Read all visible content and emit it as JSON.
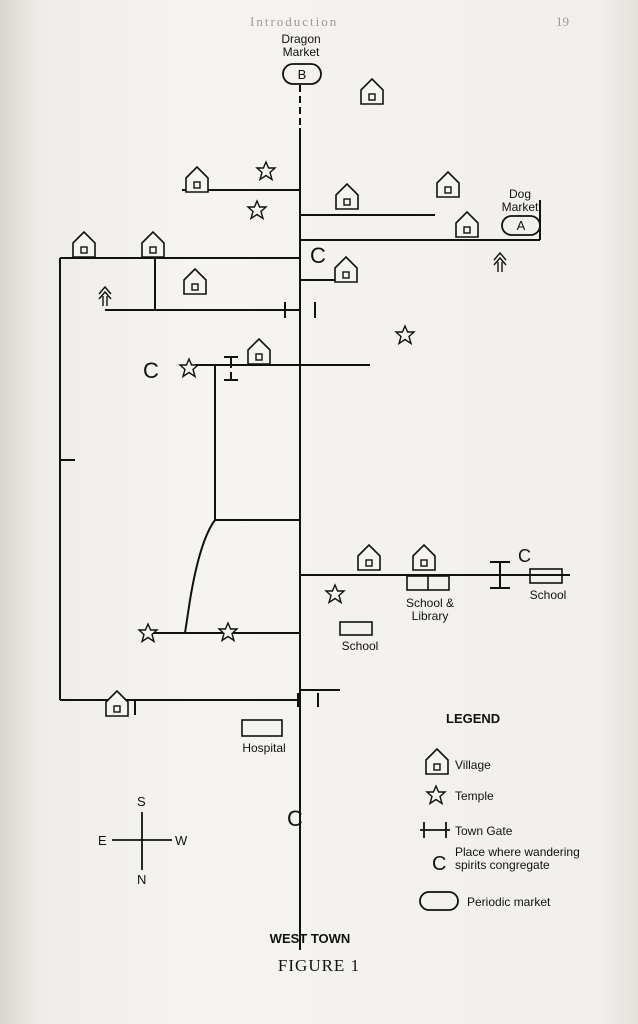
{
  "page": {
    "header_text": "Introduction",
    "page_number": "19"
  },
  "markets": {
    "dragon": {
      "name": "Dragon Market",
      "code": "B"
    },
    "dog": {
      "name": "Dog Market",
      "code": "A"
    }
  },
  "places": {
    "school_library": "School & Library",
    "school_east": "School",
    "school_south": "School",
    "hospital": "Hospital",
    "spirit_marker": "C"
  },
  "legend": {
    "title": "LEGEND",
    "village": "Village",
    "temple": "Temple",
    "town_gate": "Town Gate",
    "spirits": "Place where wandering spirits congregate",
    "market": "Periodic market"
  },
  "compass": {
    "north": "N",
    "south": "S",
    "east": "E",
    "west": "W"
  },
  "map_title": "WEST TOWN",
  "figure_caption": "FIGURE 1",
  "colors": {
    "ink": "#111111",
    "paper": "#f2f0ec",
    "ghost_text": "#c9c5bf"
  }
}
